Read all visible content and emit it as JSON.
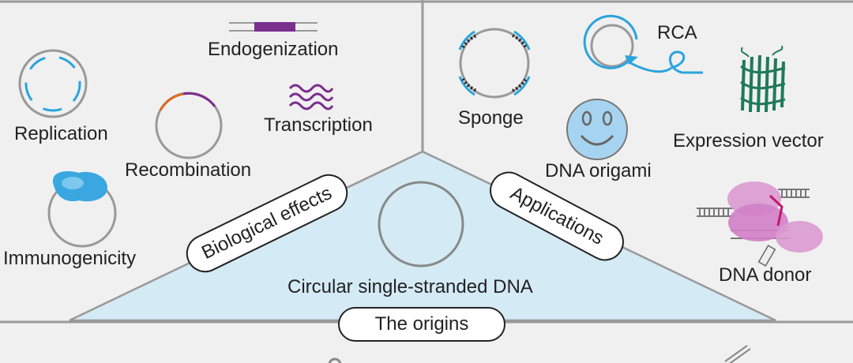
{
  "labels": {
    "endogenization": "Endogenization",
    "replication": "Replication",
    "transcription": "Transcription",
    "recombination": "Recombination",
    "immunogenicity": "Immunogenicity",
    "center": "Circular single-stranded DNA",
    "rca": "RCA",
    "sponge": "Sponge",
    "expression_vector": "Expression vector",
    "dna_origami": "DNA origami",
    "dna_donor": "DNA donor"
  },
  "badges": {
    "biological_effects": "Biological effects",
    "applications": "Applications",
    "origins": "The origins"
  },
  "colors": {
    "background": "#f0f0f0",
    "triangle": "#d4eaf5",
    "divider": "#999999",
    "ring": "#999999",
    "blue": "#2aa4dc",
    "purple": "#7a2e8e",
    "orange": "#e06a1e",
    "green": "#1e7a5a",
    "pink": "#d99ad0"
  }
}
